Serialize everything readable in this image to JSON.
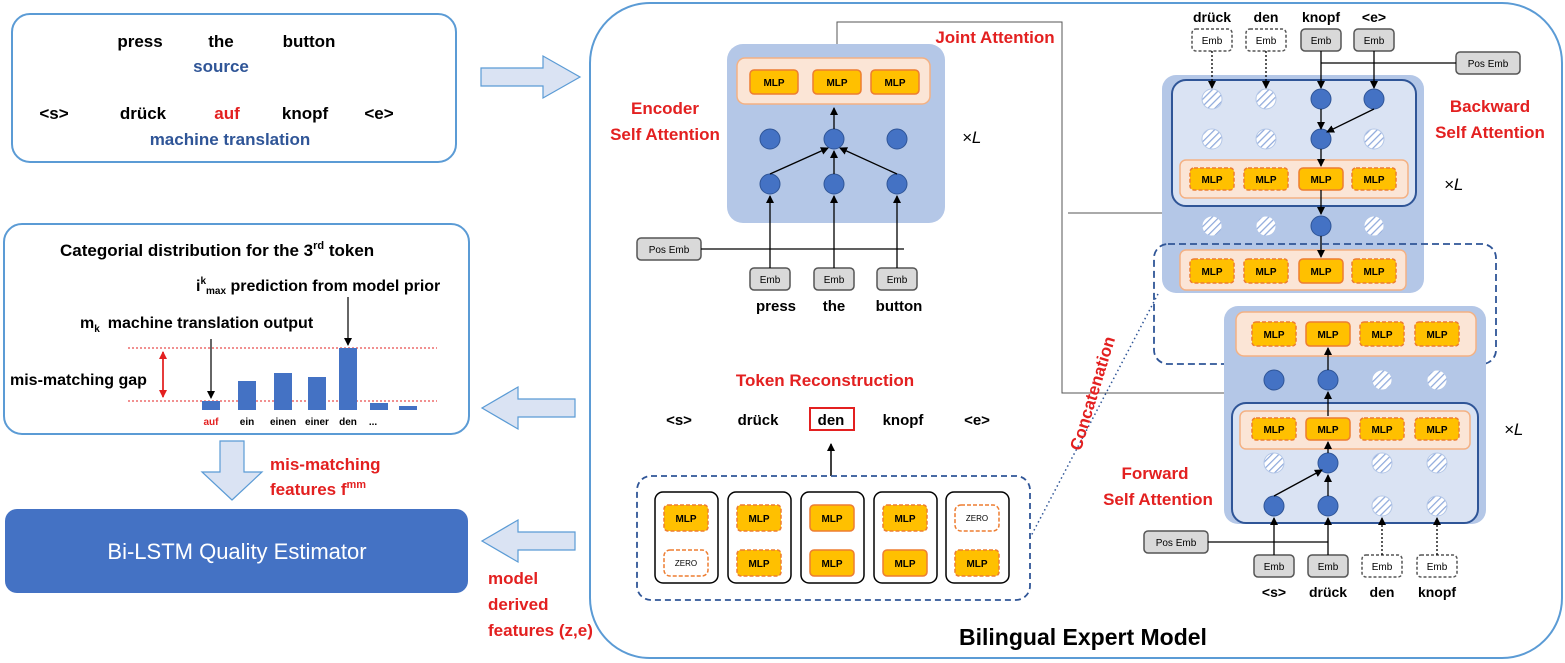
{
  "top_left": {
    "source_tokens": [
      "press",
      "the",
      "button"
    ],
    "source_label": "source",
    "mt_tokens": [
      "<s>",
      "drück",
      "auf",
      "knopf",
      "<e>"
    ],
    "mt_label": "machine translation"
  },
  "categorical": {
    "title": "Categorial distribution for the 3",
    "title_sup": "rd",
    "title_end": " token",
    "prior_label_i": "i",
    "prior_label_sup": "k",
    "prior_label_sub": "max",
    "prior_label_text": " prediction from model prior",
    "mk_label_m": "m",
    "mk_label_sub": "k",
    "mk_label_text": "machine translation output",
    "gap_label": "mis-matching gap",
    "chart_data": {
      "type": "bar",
      "categories": [
        "auf",
        "ein",
        "einen",
        "einer",
        "den",
        "..."
      ],
      "values": [
        0.09,
        0.29,
        0.37,
        0.33,
        0.62,
        0.07,
        0.04
      ],
      "extra_bar_value": 0.04,
      "highlight_category": "auf",
      "highlight_color": "#e32020"
    }
  },
  "left_bottom": {
    "mm_features_line1": "mis-matching",
    "mm_features_line2": "features f",
    "mm_features_sup": "mm",
    "qe_label": "Bi-LSTM Quality Estimator",
    "model_features": [
      "model",
      "derived",
      "features (z,e)"
    ]
  },
  "main": {
    "title": "Bilingual Expert Model",
    "joint_attention": "Joint Attention",
    "encoder_label": [
      "Encoder",
      "Self Attention"
    ],
    "times_l": "×L",
    "pos_emb": "Pos Emb",
    "emb": "Emb",
    "mlp": "MLP",
    "zero": "ZERO",
    "encoder_tokens": [
      "press",
      "the",
      "button"
    ],
    "token_reconstruction": "Token Reconstruction",
    "recon_tokens": [
      "<s>",
      "drück",
      "den",
      "knopf",
      "<e>"
    ],
    "backward_label": [
      "Backward",
      "Self Attention"
    ],
    "forward_label": [
      "Forward",
      "Self Attention"
    ],
    "concatenation": "Concatenation",
    "backward_tokens": [
      "drück",
      "den",
      "knopf",
      "<e>"
    ],
    "forward_tokens": [
      "<s>",
      "drück",
      "den",
      "knopf"
    ]
  },
  "colors": {
    "node_blue": "#4472c4",
    "panel_blue": "#b4c7e7",
    "mlp_fill": "#ffc000",
    "mlp_border": "#ed7d31",
    "accent_red": "#e32020",
    "qe_fill": "#4472c4"
  }
}
